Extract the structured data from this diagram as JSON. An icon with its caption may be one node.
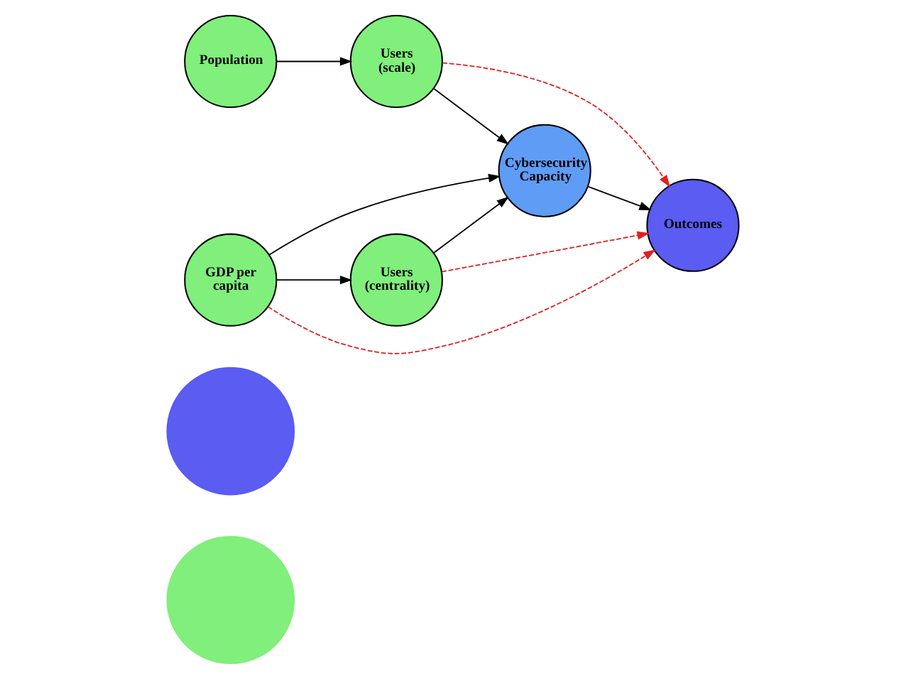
{
  "diagram": {
    "nodes": [
      {
        "text": [],
        "shape": "circle"
      },
      {
        "text": [],
        "shape": "circle"
      },
      {
        "text": [
          "Population"
        ]
      },
      {
        "text": [
          "Users (scale)"
        ]
      },
      {
        "text": [
          "Cybersecurity Capacity"
        ]
      },
      {
        "text": [
          "Outcomes"
        ]
      },
      {
        "text": [
          "GDP per capita"
        ]
      },
      {
        "text": [
          "Users (centrality)"
        ]
      }
    ],
    "edges": [
      {
        "from": 2,
        "to": 3,
        "arrow": "to"
      },
      {
        "from": 3,
        "to": 4,
        "arrow": "to"
      },
      {
        "from": 6,
        "to": 4,
        "arrow": "to"
      },
      {
        "from": 6,
        "to": 7,
        "arrow": "to"
      },
      {
        "from": 7,
        "to": 4,
        "arrow": "to"
      },
      {
        "from": 4,
        "to": 5,
        "arrow": "to"
      },
      {
        "from": 3,
        "to": 5,
        "arrow": "to",
        "style": "dashed",
        "color": "#e02020"
      },
      {
        "from": 7,
        "to": 5,
        "arrow": "to",
        "style": "dashed",
        "color": "#e02020"
      },
      {
        "from": 6,
        "to": 5,
        "arrow": "to",
        "style": "dashed",
        "color": "#e02020"
      }
    ]
  }
}
